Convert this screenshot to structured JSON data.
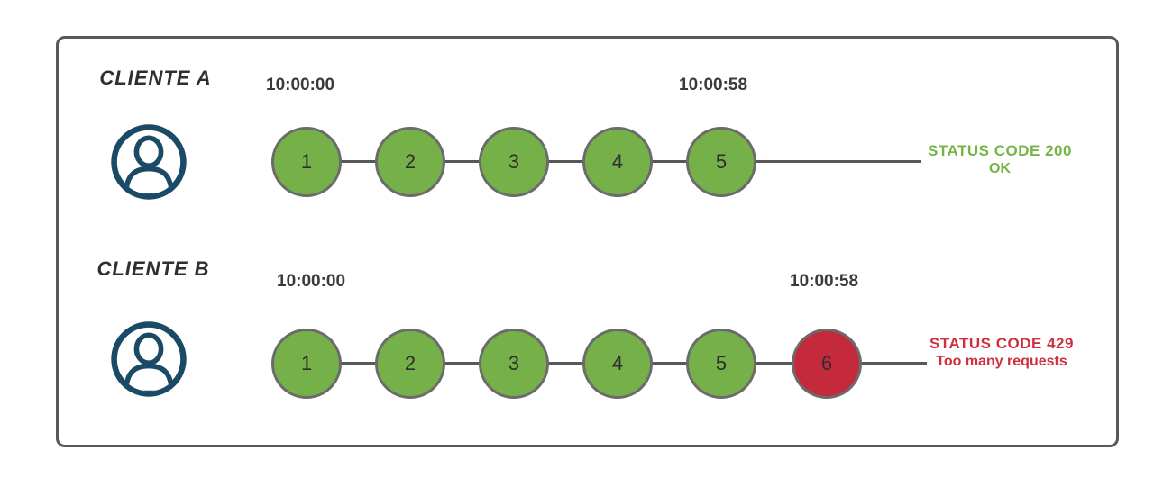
{
  "colors": {
    "success_green_fill": "#76b049",
    "error_red_fill": "#c52a3c",
    "status_green_text": "#76b545",
    "status_red_text": "#d02f3e",
    "avatar_blue": "#1b4a66",
    "line_gray": "#58585a",
    "circle_border_gray": "#6b6b6b",
    "frame_border_gray": "#58585a",
    "dark_text": "#2f2f2f"
  },
  "clients": [
    {
      "name": "CLIENTE A",
      "start_time": "10:00:00",
      "end_time": "10:00:58",
      "requests": [
        "1",
        "2",
        "3",
        "4",
        "5"
      ],
      "status_code_label": "STATUS CODE 200",
      "status_message": "OK"
    },
    {
      "name": "CLIENTE B",
      "start_time": "10:00:00",
      "end_time": "10:00:58",
      "requests": [
        "1",
        "2",
        "3",
        "4",
        "5",
        "6"
      ],
      "status_code_label": "STATUS CODE 429",
      "status_message": "Too many requests"
    }
  ]
}
